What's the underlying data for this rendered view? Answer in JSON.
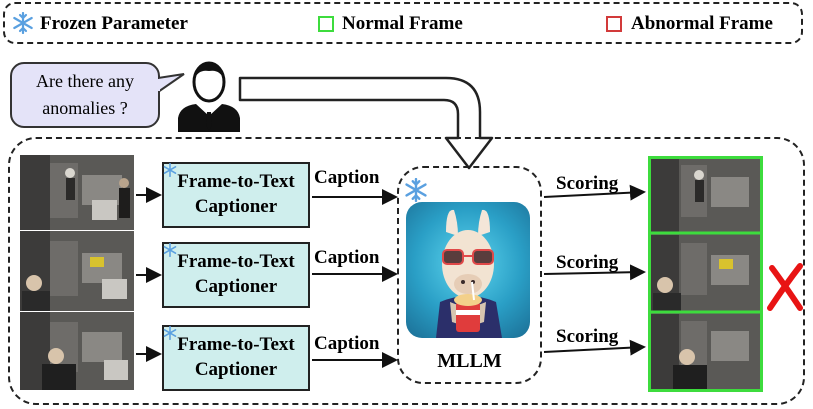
{
  "legend": {
    "frozen_label": "Frozen Parameter",
    "normal_label": "Normal Frame",
    "abnormal_label": "Abnormal Frame",
    "normal_color": "#3ddc3d",
    "abnormal_color": "#d23a3a",
    "frozen_icon": "snowflake-icon"
  },
  "query": {
    "line1": "Are there any",
    "line2": "anomalies ?",
    "user_icon": "person-icon"
  },
  "captioners": [
    {
      "line1": "Frame-to-Text",
      "line2": "Captioner"
    },
    {
      "line1": "Frame-to-Text",
      "line2": "Captioner"
    },
    {
      "line1": "Frame-to-Text",
      "line2": "Captioner"
    }
  ],
  "caption_label": "Caption",
  "scoring_label": "Scoring",
  "mllm_label": "MLLM",
  "result_icon": "red-cross-icon"
}
